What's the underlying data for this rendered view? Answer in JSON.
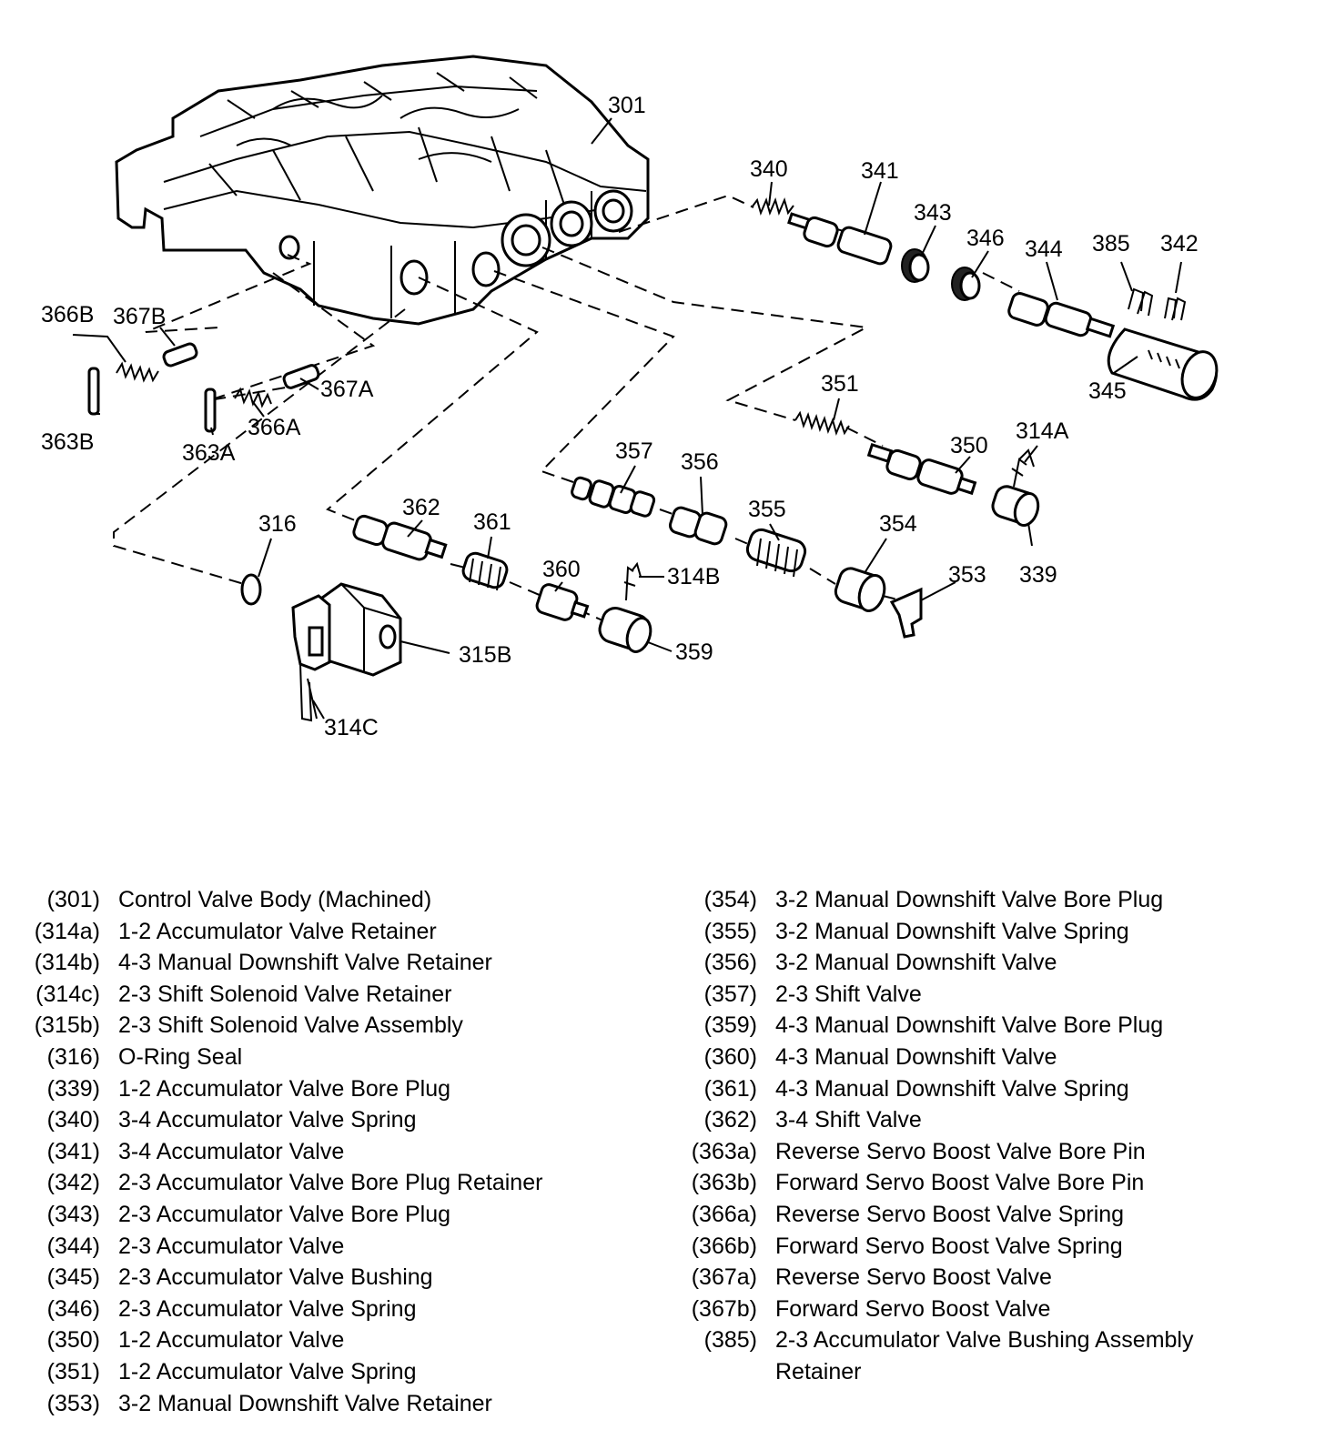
{
  "callouts": [
    {
      "id": "301",
      "label": "301"
    },
    {
      "id": "340",
      "label": "340"
    },
    {
      "id": "341",
      "label": "341"
    },
    {
      "id": "343",
      "label": "343"
    },
    {
      "id": "346",
      "label": "346"
    },
    {
      "id": "344",
      "label": "344"
    },
    {
      "id": "385",
      "label": "385"
    },
    {
      "id": "342",
      "label": "342"
    },
    {
      "id": "345",
      "label": "345"
    },
    {
      "id": "366B",
      "label": "366B"
    },
    {
      "id": "367B",
      "label": "367B"
    },
    {
      "id": "363B",
      "label": "363B"
    },
    {
      "id": "367A",
      "label": "367A"
    },
    {
      "id": "366A",
      "label": "366A"
    },
    {
      "id": "363A",
      "label": "363A"
    },
    {
      "id": "351",
      "label": "351"
    },
    {
      "id": "314A",
      "label": "314A"
    },
    {
      "id": "350",
      "label": "350"
    },
    {
      "id": "357",
      "label": "357"
    },
    {
      "id": "356",
      "label": "356"
    },
    {
      "id": "355",
      "label": "355"
    },
    {
      "id": "354",
      "label": "354"
    },
    {
      "id": "353",
      "label": "353"
    },
    {
      "id": "339",
      "label": "339"
    },
    {
      "id": "316",
      "label": "316"
    },
    {
      "id": "362",
      "label": "362"
    },
    {
      "id": "361",
      "label": "361"
    },
    {
      "id": "360",
      "label": "360"
    },
    {
      "id": "314B",
      "label": "314B"
    },
    {
      "id": "359",
      "label": "359"
    },
    {
      "id": "315B",
      "label": "315B"
    },
    {
      "id": "314C",
      "label": "314C"
    }
  ],
  "legend_left": [
    {
      "code": "(301)",
      "desc": "Control Valve Body (Machined)"
    },
    {
      "code": "(314a)",
      "desc": "1-2 Accumulator Valve Retainer"
    },
    {
      "code": "(314b)",
      "desc": "4-3 Manual Downshift Valve Retainer"
    },
    {
      "code": "(314c)",
      "desc": "2-3 Shift Solenoid Valve Retainer"
    },
    {
      "code": "(315b)",
      "desc": "2-3 Shift Solenoid Valve Assembly"
    },
    {
      "code": "(316)",
      "desc": "O-Ring Seal"
    },
    {
      "code": "(339)",
      "desc": "1-2 Accumulator Valve Bore Plug"
    },
    {
      "code": "(340)",
      "desc": "3-4 Accumulator Valve Spring"
    },
    {
      "code": "(341)",
      "desc": "3-4 Accumulator Valve"
    },
    {
      "code": "(342)",
      "desc": "2-3 Accumulator Valve Bore Plug Retainer"
    },
    {
      "code": "(343)",
      "desc": "2-3 Accumulator Valve Bore Plug"
    },
    {
      "code": "(344)",
      "desc": "2-3 Accumulator Valve"
    },
    {
      "code": "(345)",
      "desc": "2-3 Accumulator Valve Bushing"
    },
    {
      "code": "(346)",
      "desc": "2-3 Accumulator Valve Spring"
    },
    {
      "code": "(350)",
      "desc": "1-2 Accumulator Valve"
    },
    {
      "code": "(351)",
      "desc": "1-2 Accumulator Valve Spring"
    },
    {
      "code": "(353)",
      "desc": "3-2 Manual Downshift Valve Retainer"
    }
  ],
  "legend_right": [
    {
      "code": "(354)",
      "desc": "3-2 Manual Downshift Valve Bore Plug"
    },
    {
      "code": "(355)",
      "desc": "3-2 Manual Downshift Valve Spring"
    },
    {
      "code": "(356)",
      "desc": "3-2 Manual Downshift Valve"
    },
    {
      "code": "(357)",
      "desc": "2-3 Shift Valve"
    },
    {
      "code": "(359)",
      "desc": "4-3 Manual Downshift Valve Bore Plug"
    },
    {
      "code": "(360)",
      "desc": "4-3 Manual Downshift Valve"
    },
    {
      "code": "(361)",
      "desc": "4-3 Manual Downshift Valve Spring"
    },
    {
      "code": "(362)",
      "desc": "3-4 Shift Valve"
    },
    {
      "code": "(363a)",
      "desc": "Reverse Servo Boost Valve Bore Pin"
    },
    {
      "code": "(363b)",
      "desc": "Forward Servo Boost Valve Bore Pin"
    },
    {
      "code": "(366a)",
      "desc": "Reverse Servo Boost Valve Spring"
    },
    {
      "code": "(366b)",
      "desc": "Forward Servo Boost Valve Spring"
    },
    {
      "code": "(367a)",
      "desc": "Reverse Servo Boost Valve"
    },
    {
      "code": "(367b)",
      "desc": "Forward Servo Boost Valve"
    },
    {
      "code": "(385)",
      "desc": "2-3 Accumulator Valve Bushing Assembly\nRetainer"
    }
  ]
}
